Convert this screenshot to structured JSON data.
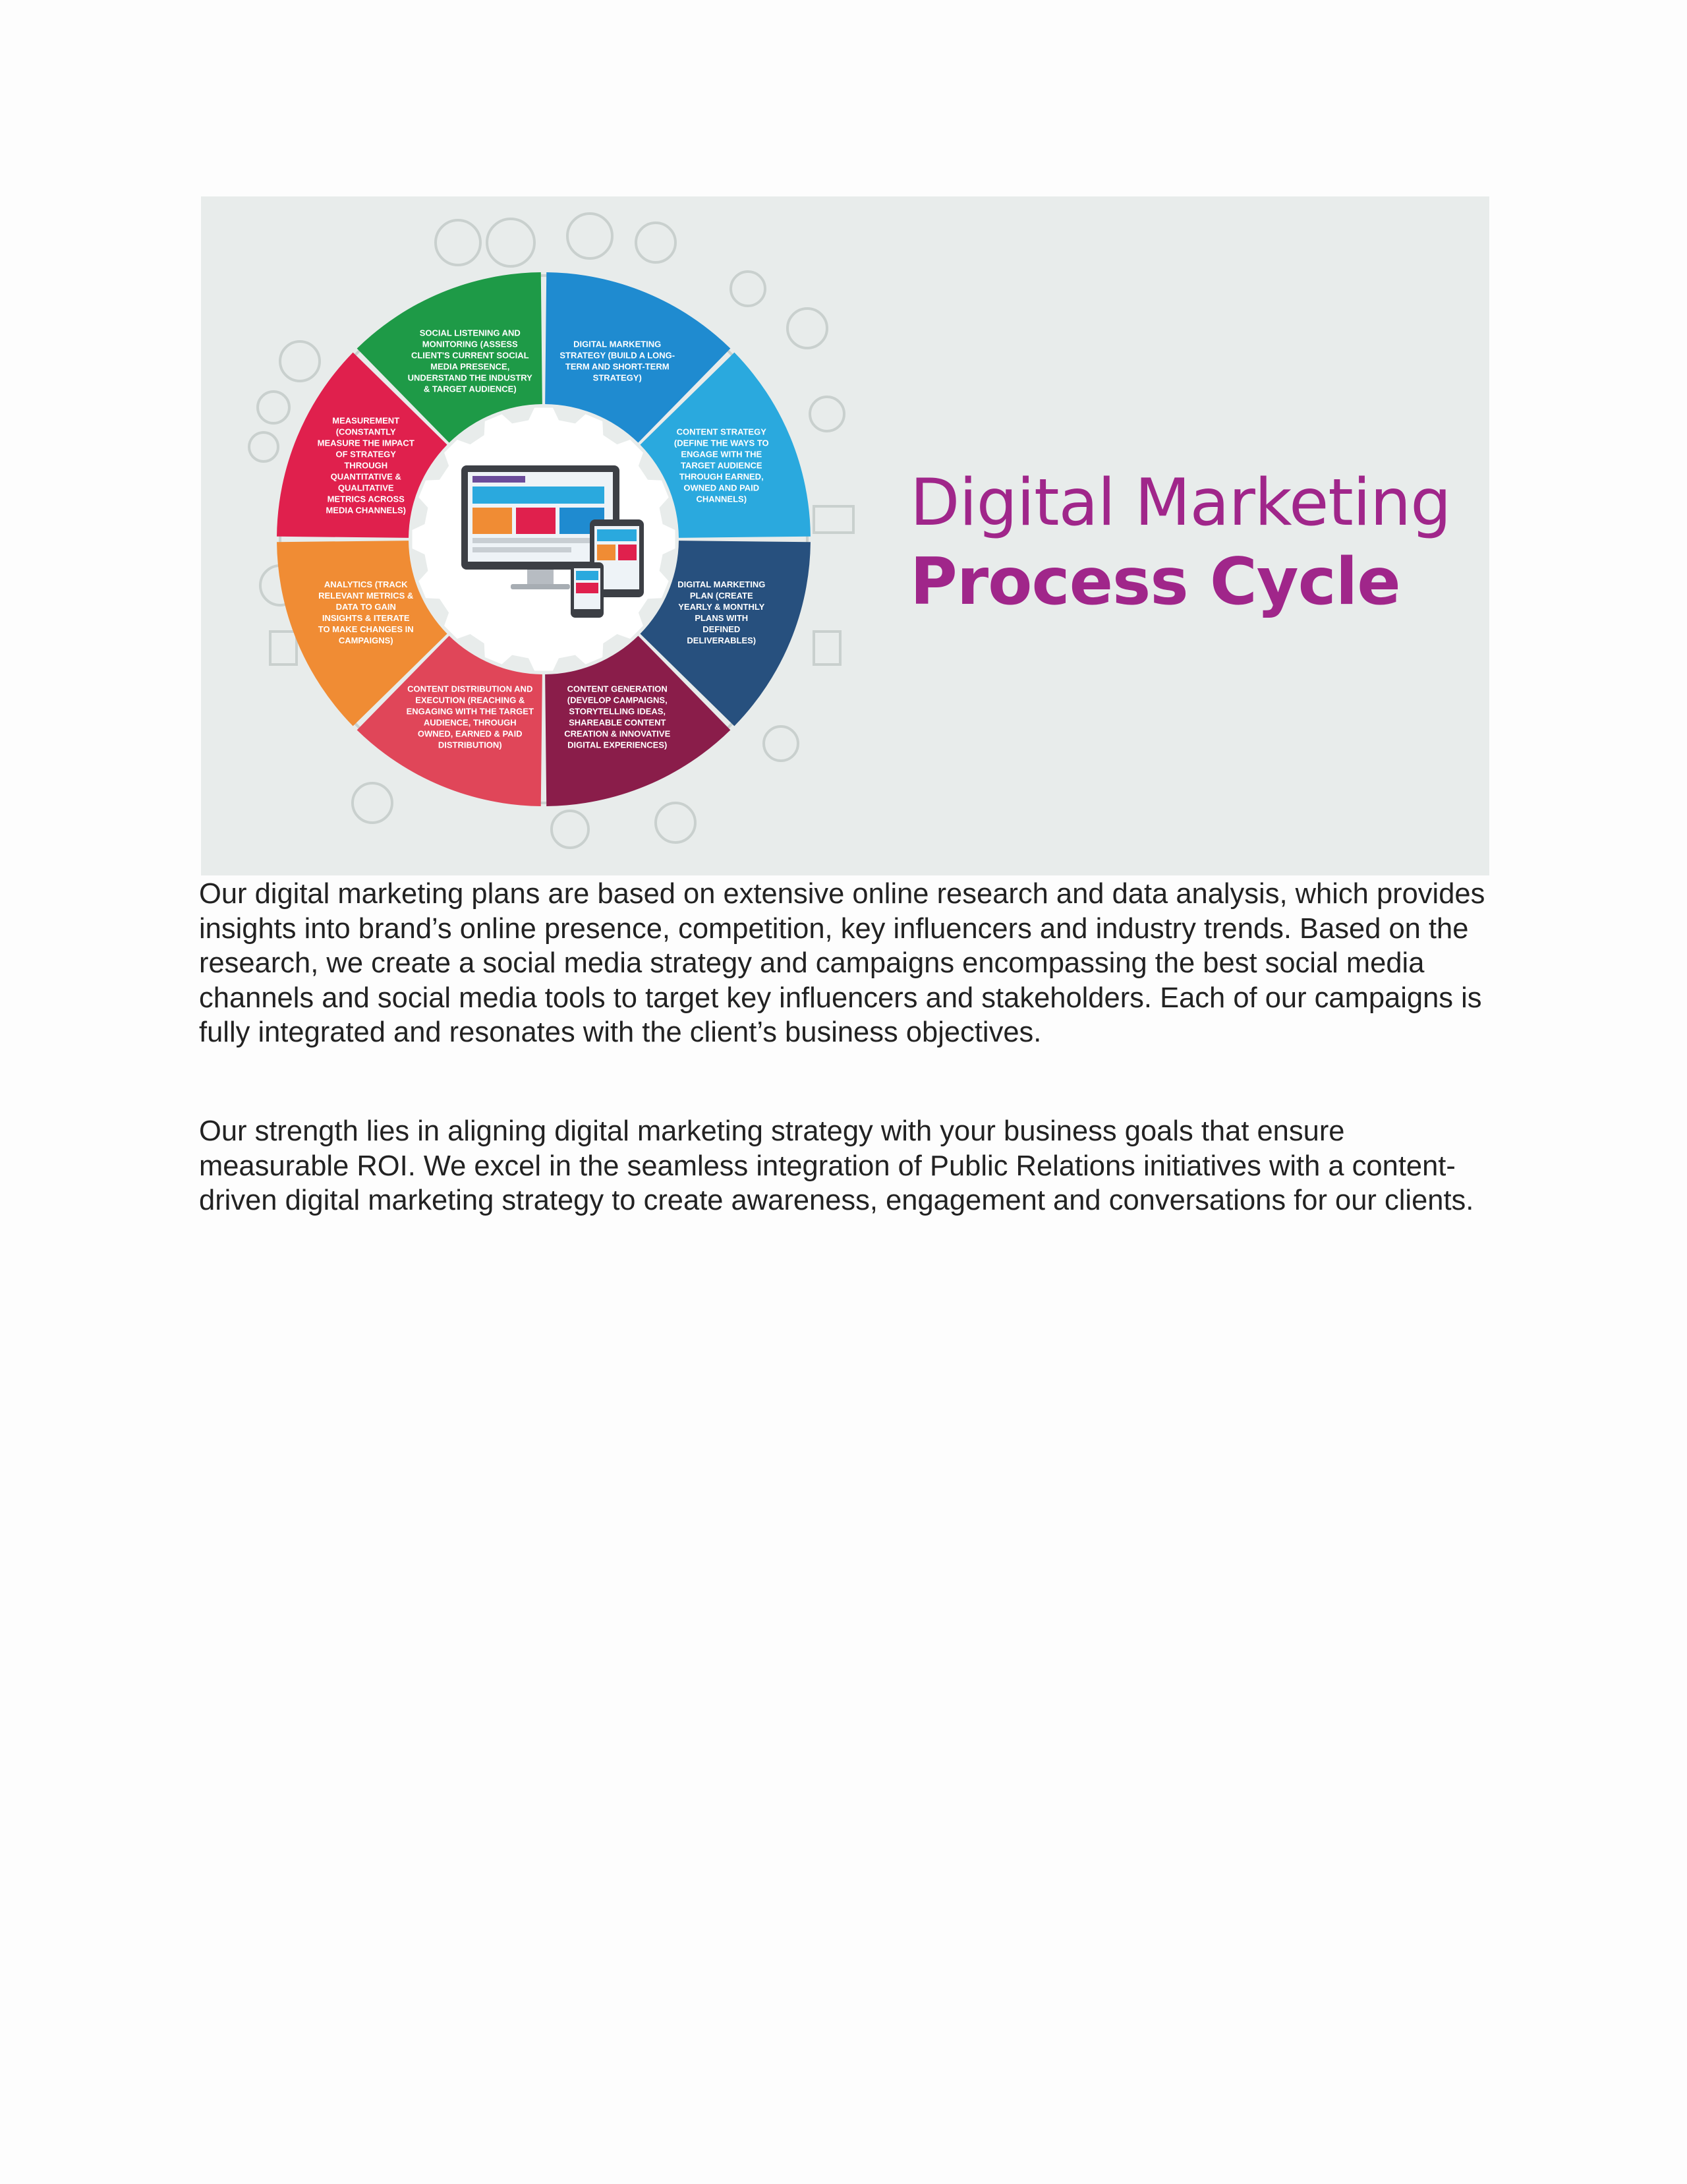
{
  "figure": {
    "title_line1": "Digital Marketing",
    "title_line2": "Process Cycle",
    "title_color": "#a0268a",
    "background_color": "#e8eceb",
    "segments": [
      {
        "color": "#1f8bd0",
        "lines": [
          "DIGITAL MARKETING",
          "STRATEGY (BUILD A LONG-",
          "TERM AND SHORT-TERM",
          "STRATEGY)"
        ]
      },
      {
        "color": "#2aa9de",
        "lines": [
          "CONTENT STRATEGY",
          "(DEFINE THE WAYS TO",
          "ENGAGE WITH THE",
          "TARGET AUDIENCE",
          "THROUGH EARNED,",
          "OWNED AND PAID",
          "CHANNELS)"
        ]
      },
      {
        "color": "#27507e",
        "lines": [
          "DIGITAL MARKETING",
          "PLAN (CREATE",
          "YEARLY & MONTHLY",
          "PLANS WITH",
          "DEFINED",
          "DELIVERABLES)"
        ]
      },
      {
        "color": "#8a1d4a",
        "lines": [
          "CONTENT GENERATION",
          "(DEVELOP CAMPAIGNS,",
          "STORYTELLING IDEAS,",
          "SHAREABLE CONTENT",
          "CREATION & INNOVATIVE",
          "DIGITAL EXPERIENCES)"
        ]
      },
      {
        "color": "#e04659",
        "lines": [
          "CONTENT DISTRIBUTION AND",
          "EXECUTION (REACHING &",
          "ENGAGING WITH THE TARGET",
          "AUDIENCE, THROUGH",
          "OWNED, EARNED & PAID",
          "DISTRIBUTION)"
        ]
      },
      {
        "color": "#f08c34",
        "lines": [
          "ANALYTICS (TRACK",
          "RELEVANT METRICS &",
          "DATA TO GAIN",
          "INSIGHTS & ITERATE",
          "TO MAKE CHANGES IN",
          "CAMPAIGNS)"
        ]
      },
      {
        "color": "#e0204d",
        "lines": [
          "MEASUREMENT",
          "(CONSTANTLY",
          "MEASURE THE IMPACT",
          "OF STRATEGY",
          "THROUGH",
          "QUANTITATIVE &",
          "QUALITATIVE",
          "METRICS ACROSS",
          "MEDIA CHANNELS)"
        ]
      },
      {
        "color": "#1e9a47",
        "lines": [
          "SOCIAL LISTENING AND",
          "MONITORING (ASSESS",
          "CLIENT'S CURRENT SOCIAL",
          "MEDIA PRESENCE,",
          "UNDERSTAND THE INDUSTRY",
          "& TARGET AUDIENCE)"
        ]
      }
    ]
  },
  "body": {
    "paragraph1": "Our digital marketing plans are based on extensive online research and data analysis, which provides insights into brand’s online presence, competition, key influencers and industry trends. Based on the research, we create a social media strategy and campaigns encompassing the best social media channels and social media tools to target key influencers and stakeholders. Each of our campaigns is fully integrated and resonates with the client’s business objectives.",
    "paragraph2": "Our strength lies in aligning digital marketing strategy with your business goals that ensure measurable ROI. We excel in the seamless integration of Public Relations initiatives with a content-driven digital marketing strategy to create awareness, engagement and conversations for our clients."
  }
}
